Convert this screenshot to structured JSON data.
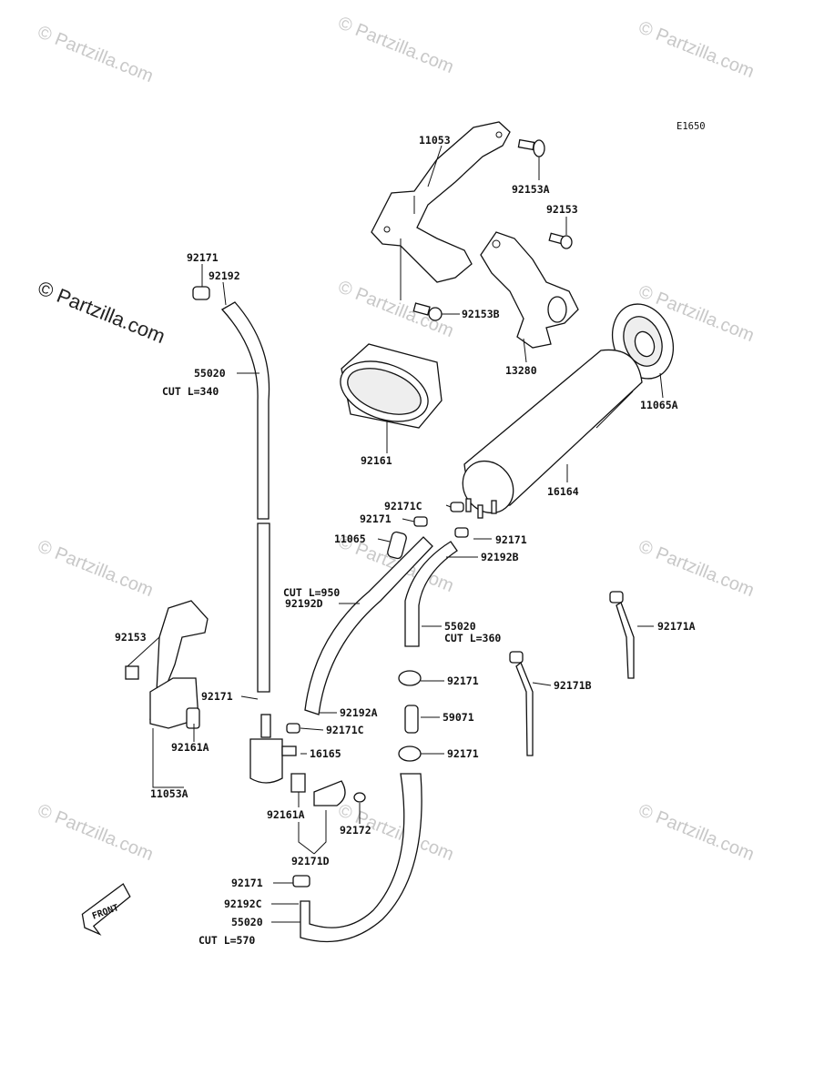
{
  "diagram_code": "E1650",
  "watermark_text": "© Partzilla.com",
  "front_arrow_label": "FRONT",
  "labels": {
    "p11053": "11053",
    "p92153A": "92153A",
    "p92153_top": "92153",
    "p92153B": "92153B",
    "p13280": "13280",
    "p11065A": "11065A",
    "p92171_top": "92171",
    "p92192_top": "92192",
    "p55020_a": "55020",
    "cut340": "CUT L=340",
    "p92161": "92161",
    "p16164": "16164",
    "p92171C_a": "92171C",
    "p92171_b": "92171",
    "p92171_c": "92171",
    "p11065": "11065",
    "p92192B": "92192B",
    "cut950": "CUT L=950",
    "p92192D": "92192D",
    "p55020_b": "55020",
    "cut360": "CUT L=360",
    "p92171A": "92171A",
    "p92153_left": "92153",
    "p92171_d": "92171",
    "p92192A": "92192A",
    "p92171C_b": "92171C",
    "p92161A_a": "92161A",
    "p16165": "16165",
    "p11053A": "11053A",
    "p92171_e": "92171",
    "p59071": "59071",
    "p92171_f": "92171",
    "p92171B": "92171B",
    "p92161A_b": "92161A",
    "p92172": "92172",
    "p92171D": "92171D",
    "p92171_g": "92171",
    "p92192C": "92192C",
    "p55020_c": "55020",
    "cut570": "CUT L=570"
  }
}
